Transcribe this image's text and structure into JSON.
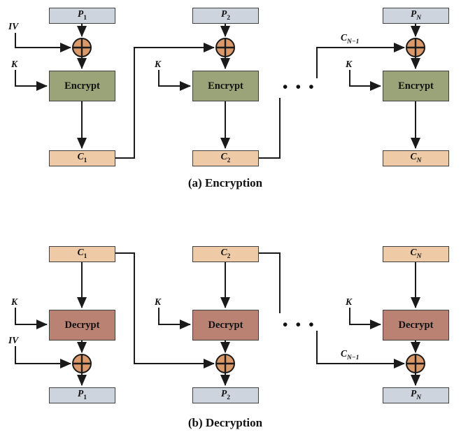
{
  "figure": {
    "ellipsis": "• • •"
  },
  "colors": {
    "bg": "#ffffff",
    "text": "#111111",
    "border": "#3f3f3f",
    "line": "#1a1a1a",
    "plain-fill": "#ced4dd",
    "cipher-fill": "#eecaa6",
    "encrypt-fill": "#9aa478",
    "decrypt-fill": "#ba8273",
    "xor-fill": "#d9996b"
  },
  "encryption": {
    "caption": "(a) Encryption",
    "encrypt_label": "Encrypt",
    "blocks": {
      "p1": {
        "main": "P",
        "sub": "1"
      },
      "p2": {
        "main": "P",
        "sub": "2"
      },
      "pn": {
        "main": "P",
        "sub": "N"
      },
      "c1": {
        "main": "C",
        "sub": "1"
      },
      "c2": {
        "main": "C",
        "sub": "2"
      },
      "cn": {
        "main": "C",
        "sub": "N"
      }
    },
    "labels": {
      "iv": "IV",
      "k": "K",
      "cn1": {
        "main": "C",
        "sub": "N−1"
      }
    }
  },
  "decryption": {
    "caption": "(b) Decryption",
    "decrypt_label": "Decrypt",
    "blocks": {
      "c1": {
        "main": "C",
        "sub": "1"
      },
      "c2": {
        "main": "C",
        "sub": "2"
      },
      "cn": {
        "main": "C",
        "sub": "N"
      },
      "p1": {
        "main": "P",
        "sub": "1"
      },
      "p2": {
        "main": "P",
        "sub": "2"
      },
      "pn": {
        "main": "P",
        "sub": "N"
      }
    },
    "labels": {
      "iv": "IV",
      "k": "K",
      "cn1": {
        "main": "C",
        "sub": "N−1"
      }
    }
  }
}
